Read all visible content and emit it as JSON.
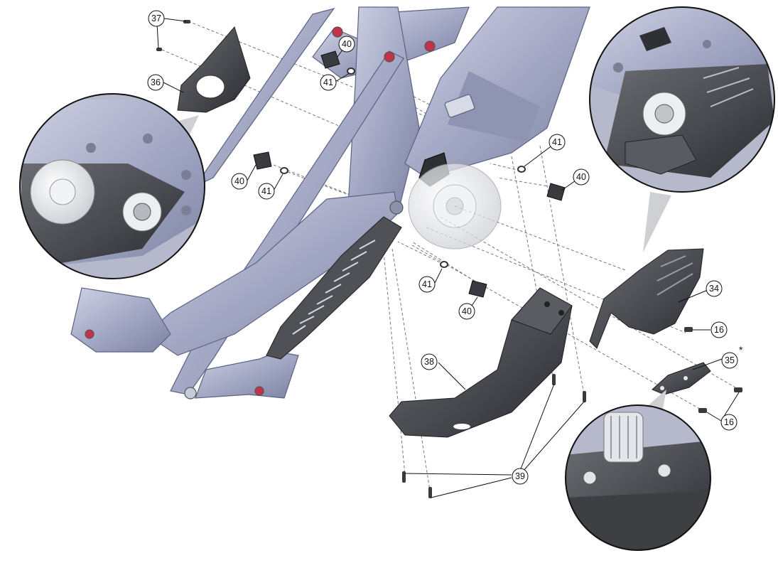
{
  "callouts": {
    "c16a": "16",
    "c16b": "16",
    "c34": "34",
    "c35": "35",
    "c36": "36",
    "c37": "37",
    "c38": "38",
    "c39": "39",
    "c40a": "40",
    "c40b": "40",
    "c40c": "40",
    "c40d": "40",
    "c41a": "41",
    "c41b": "41",
    "c41c": "41",
    "c41d": "41"
  },
  "asterisk": "*",
  "colors": {
    "frame": "#a9aec8",
    "frame_dark": "#7e84a3",
    "frame_light": "#d4d7e6",
    "cover": "#4a4b50",
    "cover_dark": "#2b2c30",
    "motor": "#e6e7ea"
  }
}
